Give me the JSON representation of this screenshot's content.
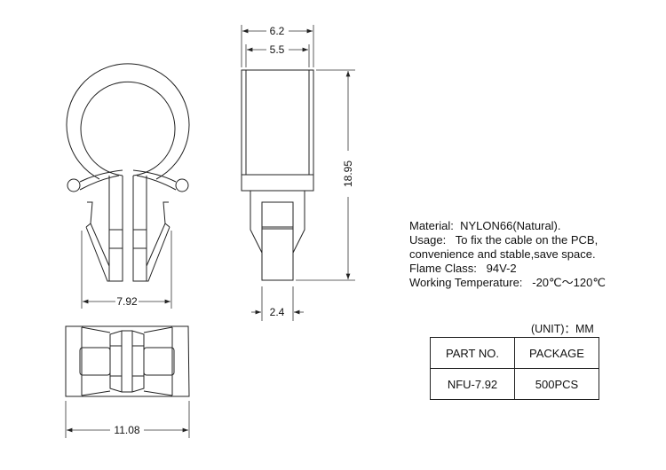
{
  "dimensions": {
    "front_width": "7.92",
    "bottom_width": "11.08",
    "side_outer_width": "6.2",
    "side_inner_width": "5.5",
    "height": "18.95",
    "pin_width": "2.4"
  },
  "specs": {
    "material": "Material:  NYLON66(Natural).",
    "usage": "Usage:   To fix the cable on the PCB,",
    "usage_cont": "convenience and stable,save space.",
    "flame_class": "Flame Class:   94V-2",
    "temperature": "Working Temperature:   -20℃～120℃"
  },
  "unit": "(UNIT)：MM",
  "table": {
    "headers": [
      "PART NO.",
      "PACKAGE"
    ],
    "rows": [
      [
        "NFU-7.92",
        "500PCS"
      ]
    ]
  }
}
